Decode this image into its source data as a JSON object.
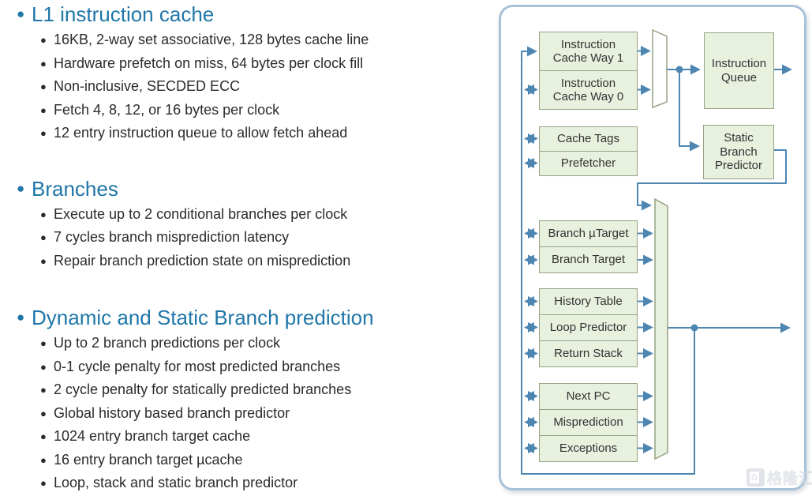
{
  "sections": [
    {
      "heading": "L1 instruction cache",
      "bullets": [
        "16KB, 2-way set associative, 128 bytes cache line",
        "Hardware prefetch on miss, 64 bytes per clock fill",
        "Non-inclusive, SECDED ECC",
        "Fetch 4, 8, 12, or 16 bytes per clock",
        "12 entry instruction queue to allow fetch ahead"
      ]
    },
    {
      "heading": "Branches",
      "bullets": [
        "Execute up to 2 conditional branches per clock",
        "7 cycles branch misprediction latency",
        "Repair branch prediction state on misprediction"
      ]
    },
    {
      "heading": "Dynamic and Static Branch prediction",
      "bullets": [
        "Up to 2 branch predictions per clock",
        "0-1 cycle penalty for most predicted branches",
        "2 cycle penalty for statically predicted branches",
        "Global history based branch predictor",
        "1024 entry branch target cache",
        "16 entry branch target µcache",
        "Loop, stack and static branch predictor"
      ]
    }
  ],
  "diagram": {
    "boxes": {
      "way1": "Instruction Cache Way 1",
      "way0": "Instruction Cache Way 0",
      "cache_tags": "Cache Tags",
      "prefetcher": "Prefetcher",
      "instruction_queue": "Instruction Queue",
      "static_branch_predictor": "Static Branch Predictor",
      "branch_utarget": "Branch µTarget",
      "branch_target": "Branch Target",
      "history_table": "History Table",
      "loop_predictor": "Loop Predictor",
      "return_stack": "Return Stack",
      "next_pc": "Next PC",
      "misprediction": "Misprediction",
      "exceptions": "Exceptions"
    },
    "colors": {
      "heading_blue": "#1f76a8",
      "body_text": "#2b2b2b",
      "box_fill": "#e8f0de",
      "box_border": "#94a483",
      "line_blue": "#4e86b2",
      "frame_border": "#a9c2d9"
    }
  },
  "watermark": {
    "logo": "G",
    "text": "格隆汇"
  }
}
